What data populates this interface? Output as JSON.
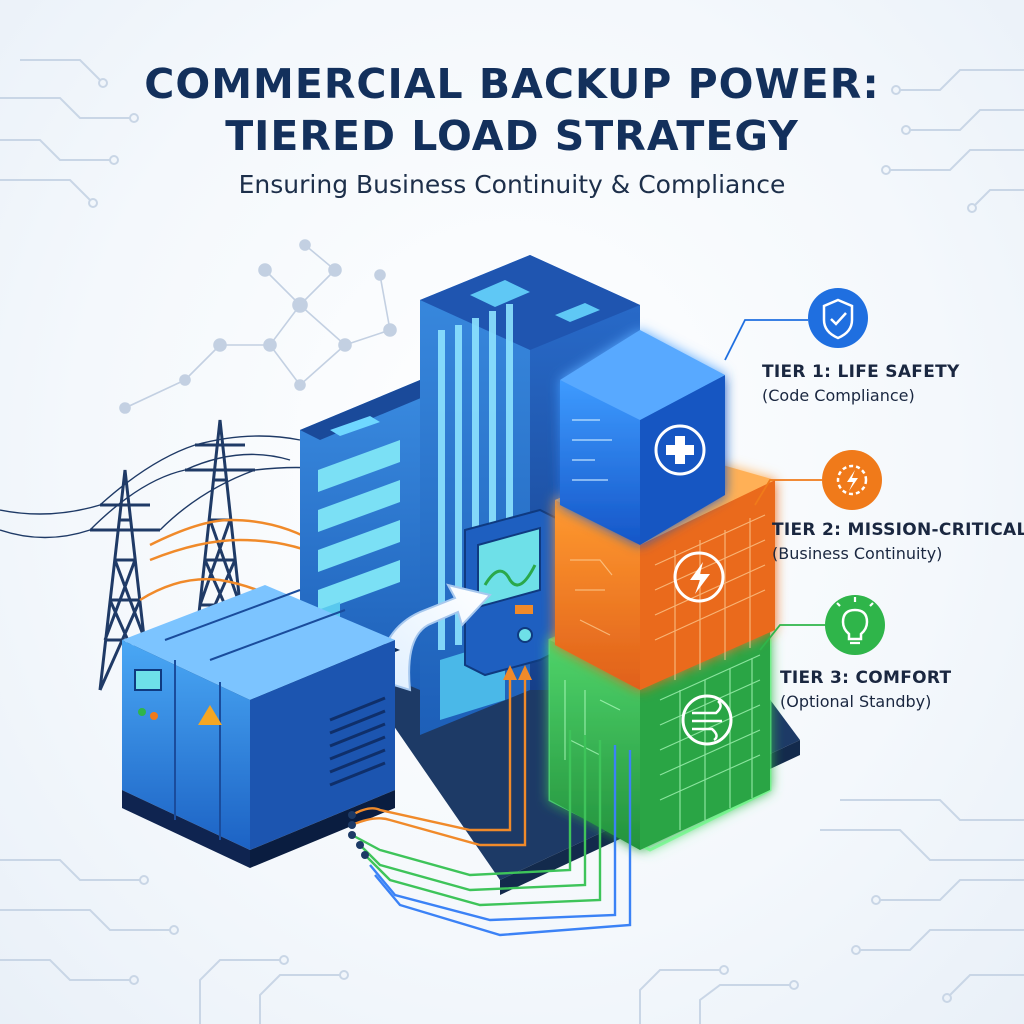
{
  "header": {
    "title_line1": "COMMERCIAL BACKUP POWER:",
    "title_line2": "TIERED LOAD STRATEGY",
    "subtitle": "Ensuring Business Continuity & Compliance"
  },
  "tiers": [
    {
      "name": "TIER 1: LIFE SAFETY",
      "description": "(Code Compliance)",
      "color": "#1f6fe0",
      "icon": "shield-check-icon"
    },
    {
      "name": "TIER 2: MISSION-CRITICAL",
      "description": "(Business Continuity)",
      "color": "#f07a1a",
      "icon": "gear-lightning-icon"
    },
    {
      "name": "TIER 3: COMFORT",
      "description": "(Optional Standby)",
      "color": "#2fb54a",
      "icon": "lightbulb-icon"
    }
  ],
  "colors": {
    "title": "#13305c",
    "building": "#2f7fd8",
    "generator": "#2a8fe6",
    "wire_orange": "#f08a2a",
    "wire_green": "#3ec45a",
    "wire_blue": "#3b82f6"
  }
}
